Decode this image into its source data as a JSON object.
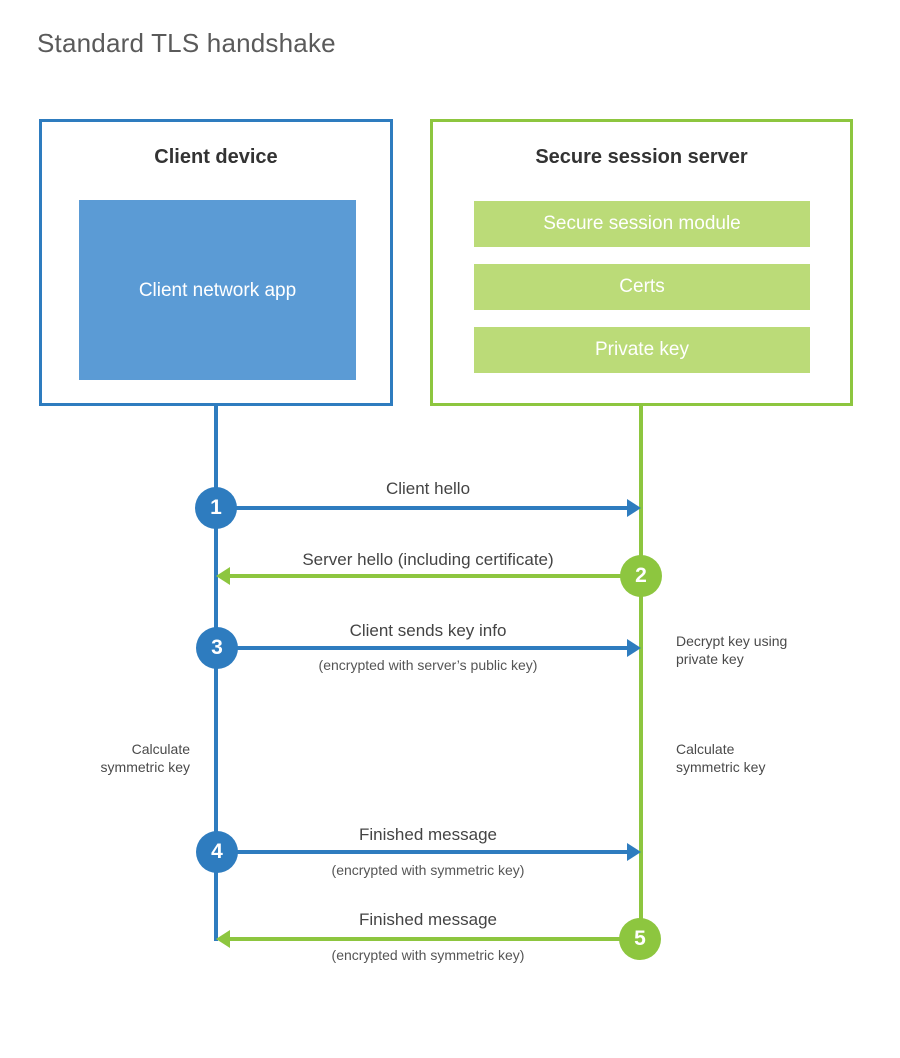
{
  "title": "Standard TLS handshake",
  "participants": {
    "client": {
      "title": "Client device",
      "app_label": "Client network app",
      "border_color": "#2e7cbf",
      "app_fill_color": "#5b9bd5"
    },
    "server": {
      "title": "Secure session server",
      "border_color": "#8dc63f",
      "component_fill_color": "#bbdb78",
      "components": [
        {
          "label": "Secure session module"
        },
        {
          "label": "Certs"
        },
        {
          "label": "Private key"
        }
      ]
    }
  },
  "steps": [
    {
      "number": "1",
      "label": "Client hello",
      "sublabel": "",
      "direction": "client-to-server",
      "color": "#2e7cbf"
    },
    {
      "number": "2",
      "label": "Server hello (including certificate)",
      "sublabel": "",
      "direction": "server-to-client",
      "color": "#8dc63f"
    },
    {
      "number": "3",
      "label": "Client sends key info",
      "sublabel": "(encrypted with server’s public key)",
      "direction": "client-to-server",
      "color": "#2e7cbf"
    },
    {
      "number": "4",
      "label": "Finished message",
      "sublabel": "(encrypted with symmetric key)",
      "direction": "client-to-server",
      "color": "#2e7cbf"
    },
    {
      "number": "5",
      "label": "Finished message",
      "sublabel": "(encrypted with symmetric key)",
      "direction": "server-to-client",
      "color": "#8dc63f"
    }
  ],
  "notes": {
    "server_decrypt": "Decrypt key using\nprivate key",
    "server_decrypt_line1": "Decrypt key using",
    "server_decrypt_line2": "private key",
    "client_calculate_line1": "Calculate",
    "client_calculate_line2": "symmetric key",
    "server_calculate_line1": "Calculate",
    "server_calculate_line2": "symmetric key"
  }
}
